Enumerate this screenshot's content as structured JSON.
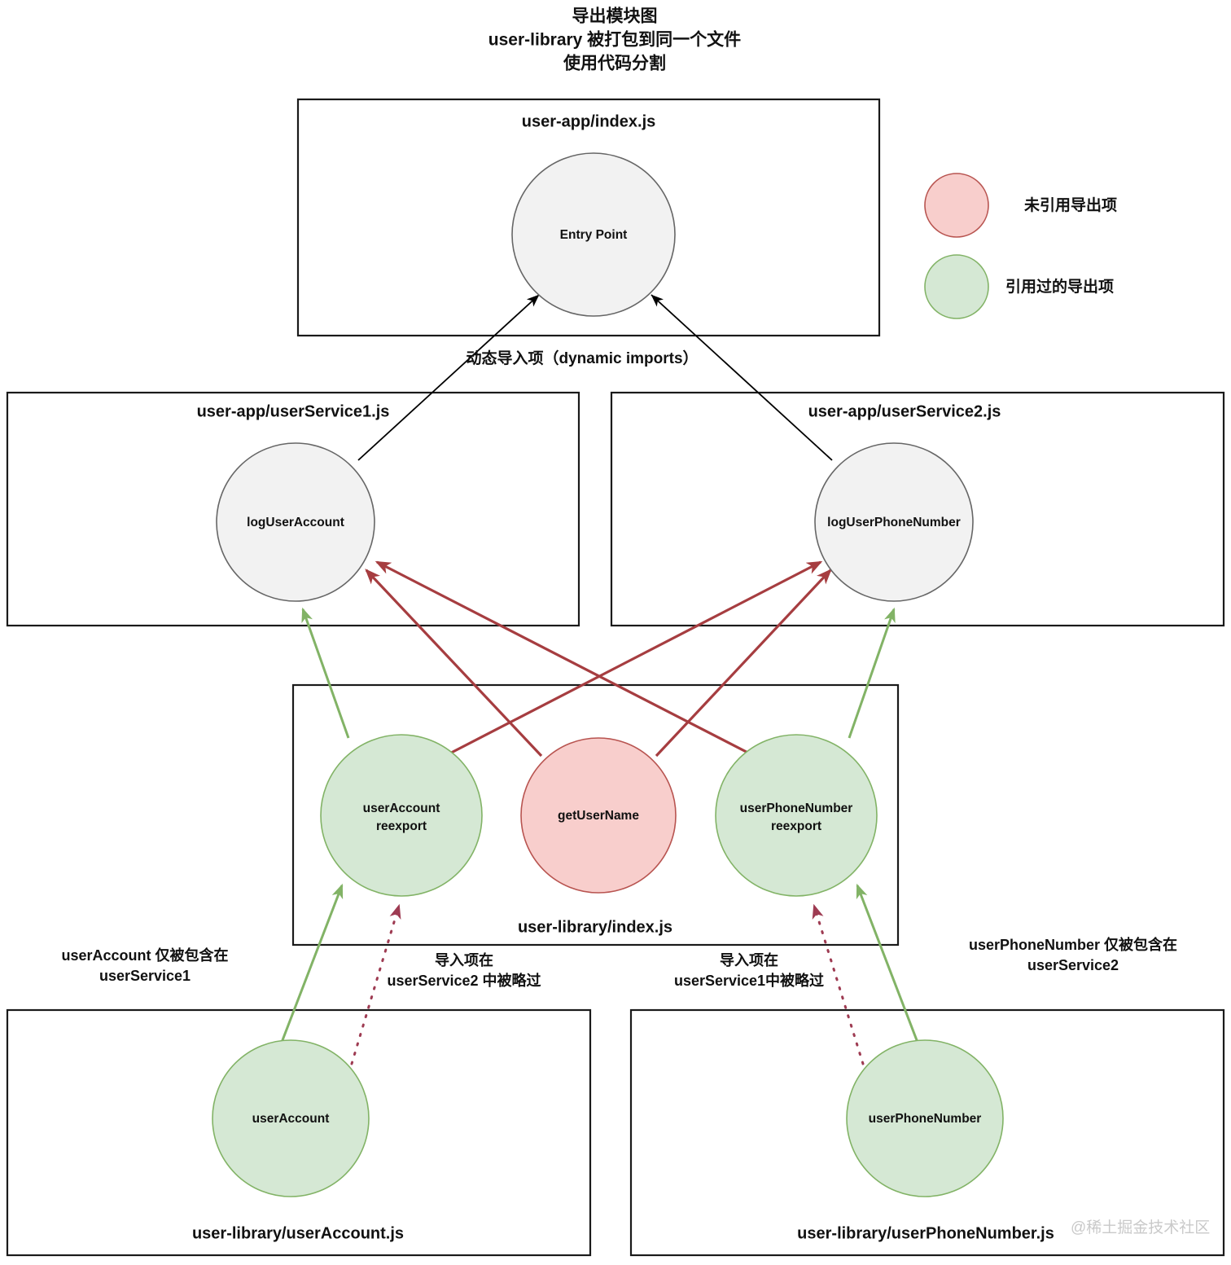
{
  "title": {
    "line1": "导出模块图",
    "line2": "user-library 被打包到同一个文件",
    "line3": "使用代码分割"
  },
  "legend": {
    "items": [
      {
        "label": "未引用导出项",
        "color": "#f8cecc",
        "border": "#b85450",
        "kind": "unreferenced-export"
      },
      {
        "label": "引用过的导出项",
        "color": "#d5e8d4",
        "border": "#82b366",
        "kind": "referenced-export"
      }
    ]
  },
  "boxes": {
    "user_app_index": "user-app/index.js",
    "user_service1": "user-app/userService1.js",
    "user_service2": "user-app/userService2.js",
    "user_library_index": "user-library/index.js",
    "user_library_user_account": "user-library/userAccount.js",
    "user_library_user_phone_number": "user-library/userPhoneNumber.js"
  },
  "nodes": {
    "entry_point": "Entry Point",
    "log_user_account": "logUserAccount",
    "log_user_phone_number": "logUserPhoneNumber",
    "user_account_reexport_line1": "userAccount",
    "user_account_reexport_line2": "reexport",
    "get_user_name": "getUserName",
    "user_phone_number_reexport_line1": "userPhoneNumber",
    "user_phone_number_reexport_line2": "reexport",
    "user_account": "userAccount",
    "user_phone_number": "userPhoneNumber"
  },
  "edge_captions": {
    "dynamic_imports": "动态导入项（dynamic imports）"
  },
  "annotations": {
    "left_only_line1": "userAccount 仅被包含在",
    "left_only_line2": "userService1",
    "skipped_in_service2_line1": "导入项在",
    "skipped_in_service2_line2": "userService2 中被略过",
    "skipped_in_service1_line1": "导入项在",
    "skipped_in_service1_line2": "userService1中被略过",
    "right_only_line1": "userPhoneNumber 仅被包含在",
    "right_only_line2": "userService2"
  },
  "watermark": "@稀土掘金技术社区",
  "colors": {
    "green_fill": "#d5e8d4",
    "green_stroke": "#82b366",
    "pink_fill": "#f8cecc",
    "pink_stroke": "#b85450",
    "grey_fill": "#f2f2f2",
    "grey_stroke": "#666666",
    "red_edge": "#a63d40",
    "dotted_edge": "#9e3b52",
    "black_edge": "#000000"
  }
}
